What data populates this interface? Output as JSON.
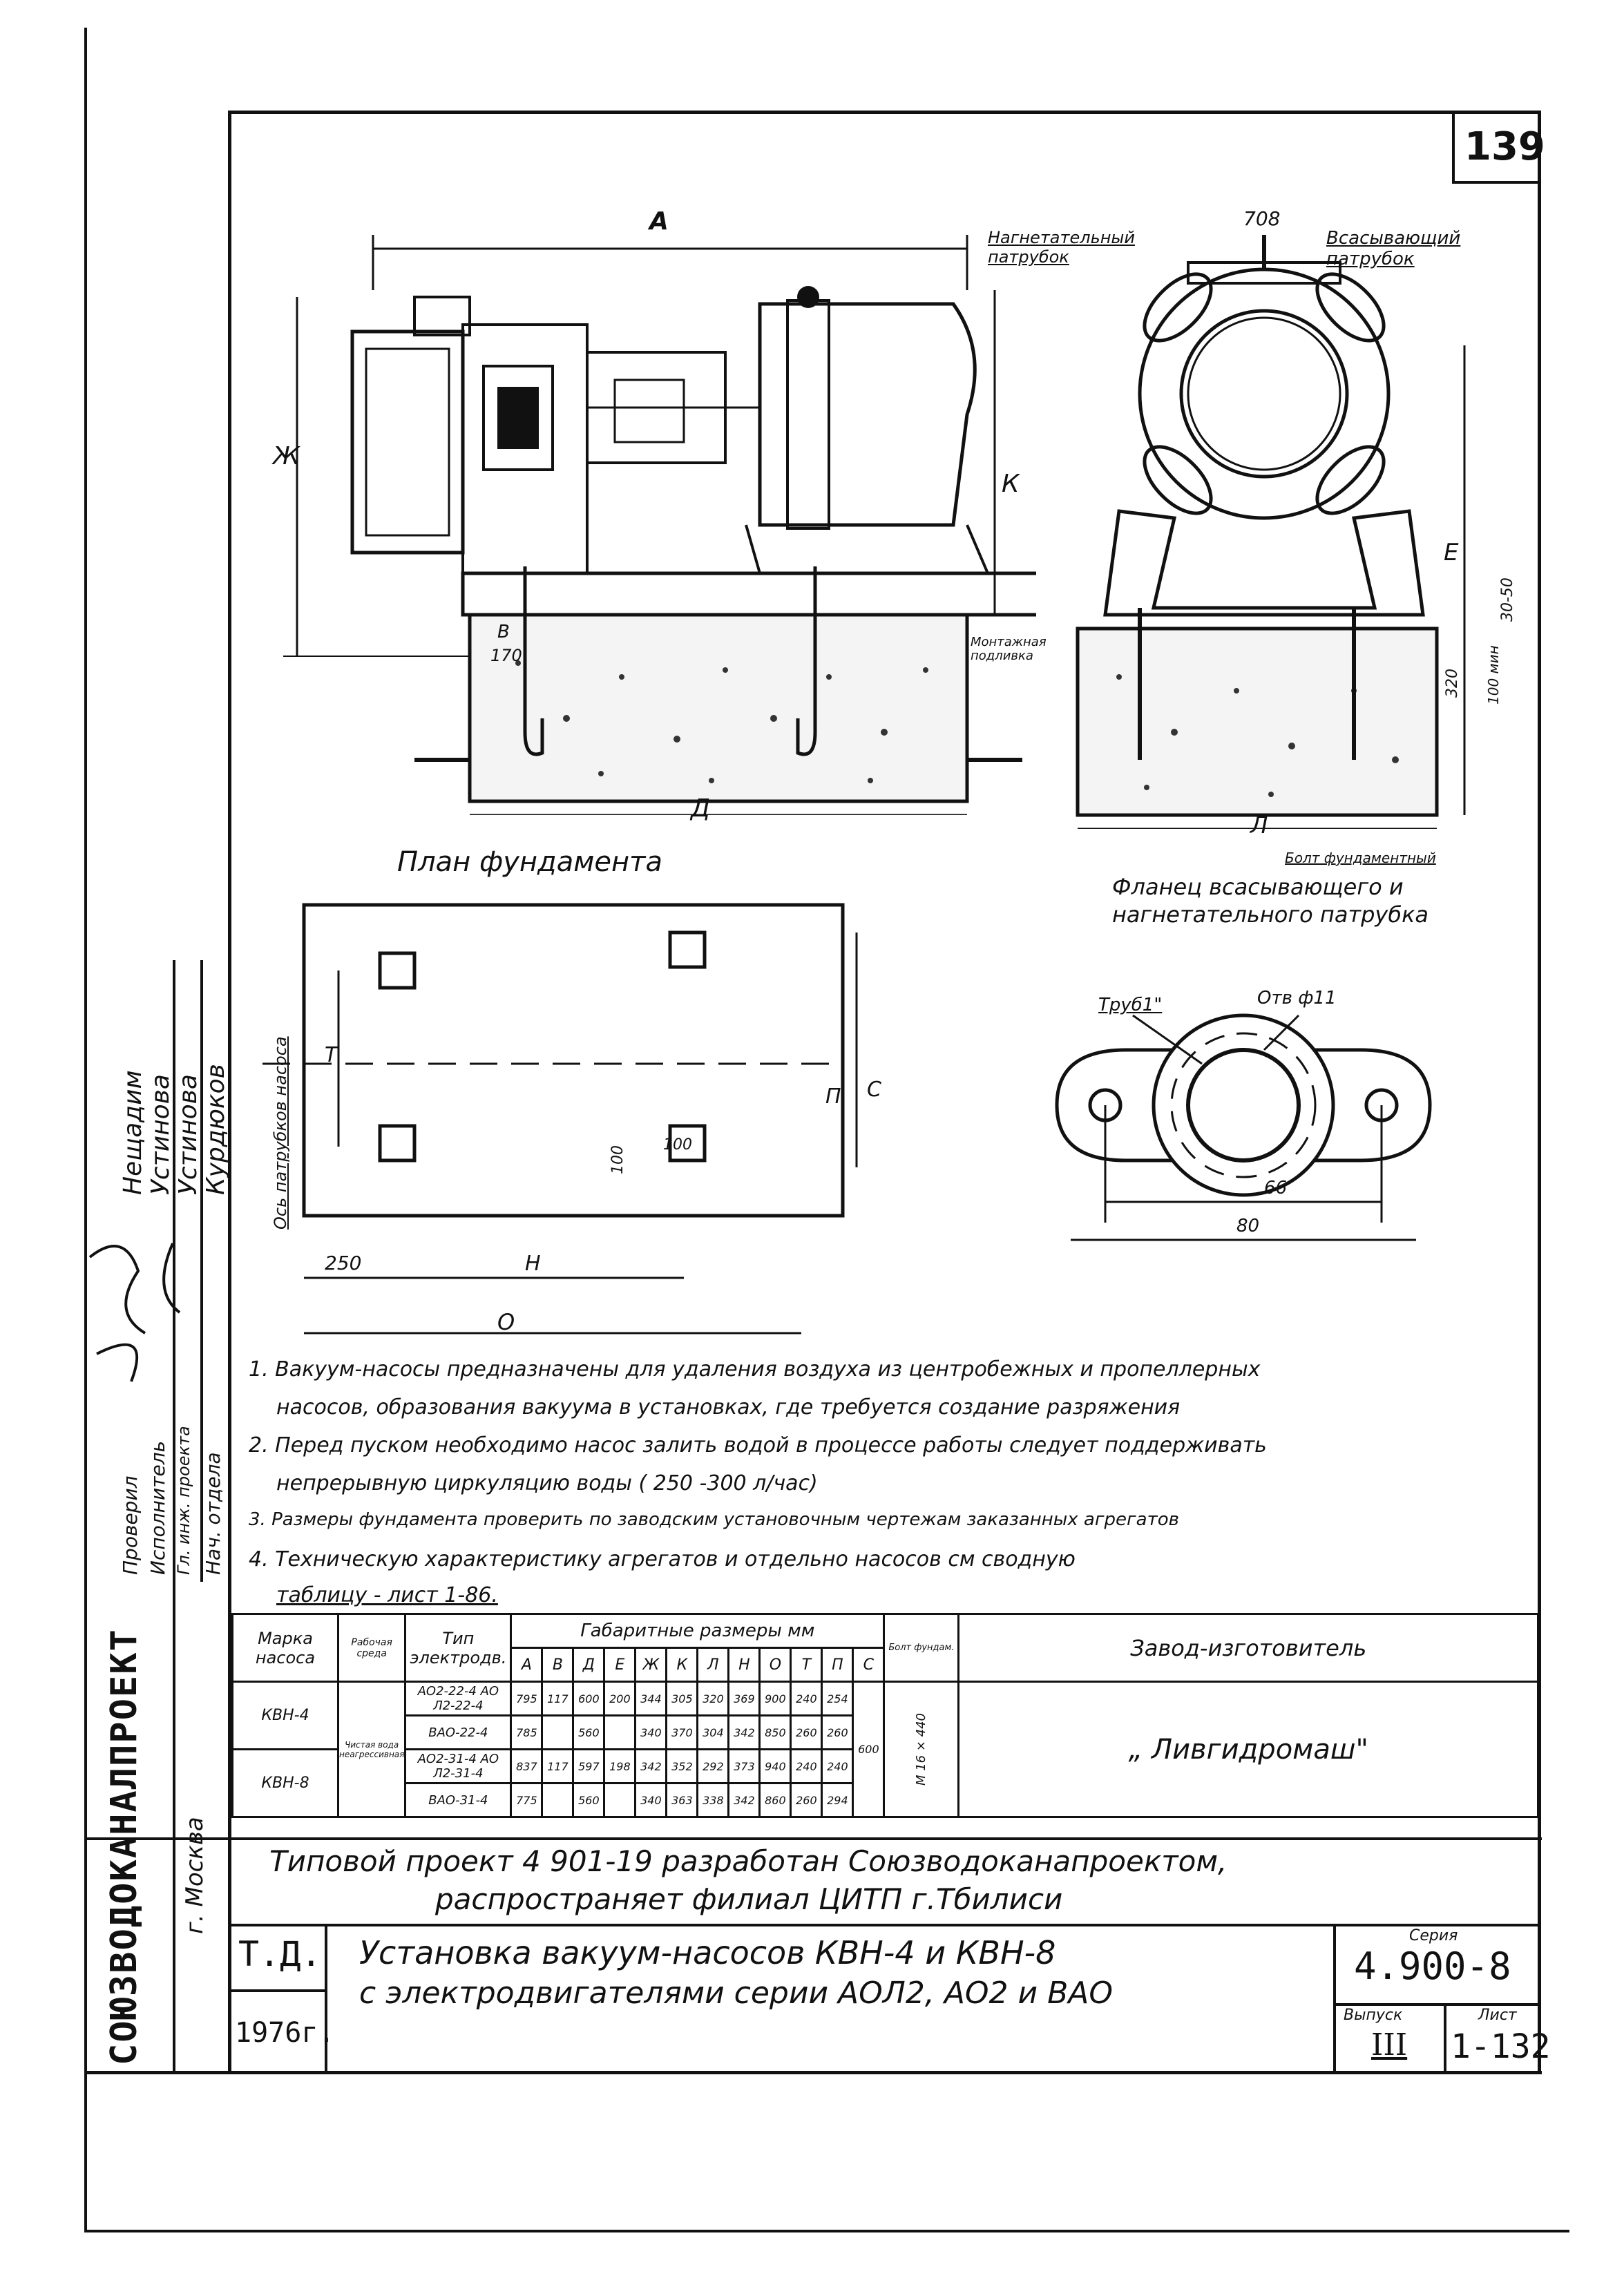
{
  "sheet": {
    "number": "139",
    "project_code": "4.900-8",
    "series_label": "Серия",
    "issue_label": "Выпуск",
    "issue_value": "III",
    "sheet_label": "Лист",
    "sheet_value": "1-132",
    "td_label": "Т.Д.",
    "year": "1976г.",
    "org": "СОЮЗВОДОКАНАЛПРОЕКТ",
    "city": "г. Москва"
  },
  "title": {
    "main_line1": "Установка вакуум-насосов КВН-4 и КВН-8",
    "main_line2": "с электродвигателями серии АОЛ2, АО2 и ВАО",
    "typical_line1": "Типовой проект 4 901-19 разработан Союзводоканапроектом,",
    "typical_line2": "распространяет филиал ЦИТП г.Тбилиси"
  },
  "signatures": [
    {
      "role": "Нач. отдела",
      "name": "Курдюков"
    },
    {
      "role": "Гл. инж. проекта",
      "name": "Устинова"
    },
    {
      "role": "Исполнитель",
      "name": "Устинова"
    },
    {
      "role": "Проверил",
      "name": "Нещадим"
    }
  ],
  "drawing": {
    "dim_A": "А",
    "dim_Zh": "Ж",
    "dim_K": "К",
    "dim_E": "Е",
    "dim_D": "Д",
    "dim_L": "Л",
    "dim_B": "В",
    "dim_170": "170",
    "dim_708": "708",
    "dim_3050": "30-50",
    "dim_320": "320",
    "dim_100min": "100 мин",
    "pressure_pipe": "Нагнетательный патрубок",
    "suction_pipe": "Всасывающий патрубок",
    "grout": "Монтажная подливка",
    "bolt": "Болт фундаментный",
    "plan_title": "План фундамента",
    "axis_label": "Ось патрубков насоса",
    "dim_T": "Т",
    "dim_P": "П",
    "dim_C": "С",
    "dim_100a": "100",
    "dim_100b": "100",
    "dim_250": "250",
    "dim_H": "Н",
    "dim_O": "О",
    "flange_title1": "Фланец всасывающего и",
    "flange_title2": "нагнетательного патрубка",
    "pipe_label": "Труб1\"",
    "hole_label": "Отв ф11",
    "dim_66": "66",
    "dim_80": "80"
  },
  "notes": [
    "1. Вакуум-насосы предназначены для удаления воздуха из центробежных и пропеллерных",
    "насосов, образования вакуума в установках, где требуется создание разряжения",
    "2. Перед пуском необходимо насос залить водой в процессе работы следует поддерживать",
    "непрерывную циркуляцию воды ( 250 -300 л/час)",
    "3. Размеры фундамента проверить по заводским установочным чертежам заказанных агрегатов",
    "4. Техническую характеристику агрегатов и отдельно насосов см сводную",
    "таблицу - лист 1-86."
  ],
  "table": {
    "h_mark": "Марка насоса",
    "h_work": "Рабочая среда",
    "h_type": "Тип электродв.",
    "h_dims": "Габаритные размеры мм",
    "h_bolt": "Болт фундам.",
    "h_plant": "Завод-изготовитель",
    "dim_cols": [
      "А",
      "В",
      "Д",
      "Е",
      "Ж",
      "К",
      "Л",
      "Н",
      "О",
      "Т",
      "П",
      "С"
    ],
    "work_env": "Чистая вода неагрессивная ",
    "bolt_value": "М 16 × 440",
    "plant_value": "„ Ливгидромаш\"",
    "rows": [
      {
        "mark": "КВН-4",
        "type": "АО2-22-4 АО Л2-22-4",
        "A": "795",
        "B": "117",
        "D": "600",
        "E": "200",
        "Zh": "344",
        "K": "305",
        "L": "320",
        "H": "369",
        "O": "900",
        "T": "240",
        "P": "254",
        "C": "600"
      },
      {
        "mark": "",
        "type": "ВАО-22-4",
        "A": "785",
        "B": "",
        "D": "560",
        "E": "",
        "Zh": "340",
        "K": "370",
        "L": "304",
        "H": "342",
        "O": "850",
        "T": "260",
        "P": "260",
        "C": ""
      },
      {
        "mark": "КВН-8",
        "type": "АО2-31-4 АО Л2-31-4",
        "A": "837",
        "B": "117",
        "D": "597",
        "E": "198",
        "Zh": "342",
        "K": "352",
        "L": "292",
        "H": "373",
        "O": "940",
        "T": "240",
        "P": "240",
        "C": ""
      },
      {
        "mark": "",
        "type": "ВАО-31-4",
        "A": "775",
        "B": "",
        "D": "560",
        "E": "",
        "Zh": "340",
        "K": "363",
        "L": "338",
        "H": "342",
        "O": "860",
        "T": "260",
        "P": "294",
        "C": ""
      }
    ]
  }
}
